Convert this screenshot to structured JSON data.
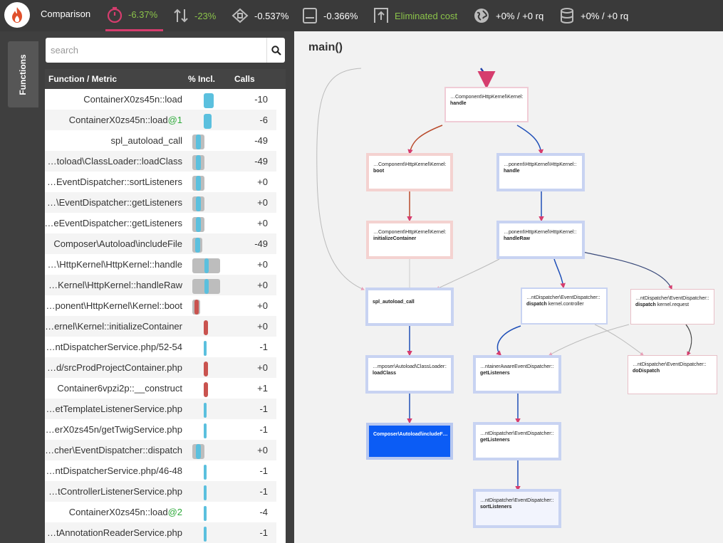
{
  "app": {
    "title": "Comparison",
    "brand_color": "#e0502c",
    "accent_color": "#d63d6e"
  },
  "metrics": [
    {
      "icon": "timer-icon",
      "value": "-6.37%",
      "active": true,
      "color": "#8bc34a"
    },
    {
      "icon": "io-arrows-icon",
      "value": "-23%",
      "color": "#8bc34a"
    },
    {
      "icon": "cpu-icon",
      "value": "-0.537%"
    },
    {
      "icon": "memory-icon",
      "value": "-0.366%"
    },
    {
      "icon": "cost-upload-icon",
      "value": "Eliminated cost",
      "color": "#8bc34a"
    },
    {
      "icon": "network-globe-icon",
      "value": "+0% / +0 rq"
    },
    {
      "icon": "database-icon",
      "value": "+0% / +0 rq"
    }
  ],
  "sidebar": {
    "tab_label": "Functions"
  },
  "search": {
    "placeholder": "search"
  },
  "table": {
    "headers": {
      "function": "Function / Metric",
      "incl": "% Incl.",
      "calls": "Calls"
    },
    "rows": [
      {
        "name": "ContainerX0zs45n::load",
        "suffix": "",
        "calls": "-10",
        "bar_color": "#5bc0de",
        "bar_pct": 0.1,
        "bg_pct": 0
      },
      {
        "name": "ContainerX0zs45n::load",
        "suffix": "@1",
        "calls": "-6",
        "bar_color": "#5bc0de",
        "bar_pct": 0.08,
        "bg_pct": 0
      },
      {
        "name": "spl_autoload_call",
        "suffix": "",
        "calls": "-49",
        "bar_color": "#5bc0de",
        "bar_pct": 0.05,
        "bg_pct": 0.12
      },
      {
        "name": "…toload\\ClassLoader::loadClass",
        "suffix": "",
        "calls": "-49",
        "bar_color": "#5bc0de",
        "bar_pct": 0.05,
        "bg_pct": 0.12
      },
      {
        "name": "…EventDispatcher::sortListeners",
        "suffix": "",
        "calls": "+0",
        "bar_color": "#5bc0de",
        "bar_pct": 0.05,
        "bg_pct": 0.12
      },
      {
        "name": "…\\EventDispatcher::getListeners",
        "suffix": "",
        "calls": "+0",
        "bar_color": "#5bc0de",
        "bar_pct": 0.05,
        "bg_pct": 0.12
      },
      {
        "name": "…eEventDispatcher::getListeners",
        "suffix": "",
        "calls": "+0",
        "bar_color": "#5bc0de",
        "bar_pct": 0.05,
        "bg_pct": 0.12
      },
      {
        "name": "Composer\\Autoload\\includeFile",
        "suffix": "",
        "calls": "-49",
        "bar_color": "#5bc0de",
        "bar_pct": 0.05,
        "bg_pct": 0.1
      },
      {
        "name": "…\\HttpKernel\\HttpKernel::handle",
        "suffix": "",
        "calls": "+0",
        "bar_color": "#5bc0de",
        "bar_pct": 0.04,
        "bg_pct": 0.28
      },
      {
        "name": "…Kernel\\HttpKernel::handleRaw",
        "suffix": "",
        "calls": "+0",
        "bar_color": "#5bc0de",
        "bar_pct": 0.04,
        "bg_pct": 0.28
      },
      {
        "name": "…ponent\\HttpKernel\\Kernel::boot",
        "suffix": "",
        "calls": "+0",
        "bar_color": "#c9534f",
        "bar_pct": 0.04,
        "bg_pct": 0.08
      },
      {
        "name": "…ernel\\Kernel::initializeContainer",
        "suffix": "",
        "calls": "+0",
        "bar_color": "#c9534f",
        "bar_pct": 0.04,
        "bg_pct": 0
      },
      {
        "name": "…ntDispatcherService.php/52-54",
        "suffix": "",
        "calls": "-1",
        "bar_color": "#5bc0de",
        "bar_pct": 0.03,
        "bg_pct": 0
      },
      {
        "name": "…d/srcProdProjectContainer.php",
        "suffix": "",
        "calls": "+0",
        "bar_color": "#c9534f",
        "bar_pct": 0.04,
        "bg_pct": 0
      },
      {
        "name": "Container6vpzi2p::__construct",
        "suffix": "",
        "calls": "+1",
        "bar_color": "#c9534f",
        "bar_pct": 0.04,
        "bg_pct": 0
      },
      {
        "name": "…etTemplateListenerService.php",
        "suffix": "",
        "calls": "-1",
        "bar_color": "#5bc0de",
        "bar_pct": 0.03,
        "bg_pct": 0
      },
      {
        "name": "…erX0zs45n/getTwigService.php",
        "suffix": "",
        "calls": "-1",
        "bar_color": "#5bc0de",
        "bar_pct": 0.03,
        "bg_pct": 0
      },
      {
        "name": "…cher\\EventDispatcher::dispatch",
        "suffix": "",
        "calls": "+0",
        "bar_color": "#5bc0de",
        "bar_pct": 0.05,
        "bg_pct": 0.12
      },
      {
        "name": "…ntDispatcherService.php/46-48",
        "suffix": "",
        "calls": "-1",
        "bar_color": "#5bc0de",
        "bar_pct": 0.03,
        "bg_pct": 0
      },
      {
        "name": "…tControllerListenerService.php",
        "suffix": "",
        "calls": "-1",
        "bar_color": "#5bc0de",
        "bar_pct": 0.03,
        "bg_pct": 0
      },
      {
        "name": "ContainerX0zs45n::load",
        "suffix": "@2",
        "calls": "-4",
        "bar_color": "#5bc0de",
        "bar_pct": 0.03,
        "bg_pct": 0
      },
      {
        "name": "…tAnnotationReaderService.php",
        "suffix": "",
        "calls": "-1",
        "bar_color": "#5bc0de",
        "bar_pct": 0.03,
        "bg_pct": 0
      }
    ]
  },
  "graph": {
    "title": "main()",
    "nodes": [
      {
        "ns": "…Component\\HttpKernel\\Kernel::",
        "fn": "handle",
        "extra": ""
      },
      {
        "ns": "…Component\\HttpKernel\\Kernel::",
        "fn": "boot",
        "extra": ""
      },
      {
        "ns": "…ponent\\HttpKernel\\HttpKernel::",
        "fn": "handle",
        "extra": ""
      },
      {
        "ns": "…Component\\HttpKernel\\Kernel::",
        "fn": "initializeContainer",
        "extra": ""
      },
      {
        "ns": "…ponent\\HttpKernel\\HttpKernel::",
        "fn": "handleRaw",
        "extra": ""
      },
      {
        "ns": "",
        "fn": "spl_autoload_call",
        "extra": ""
      },
      {
        "ns": "…ntDispatcher\\EventDispatcher::",
        "fn": "dispatch",
        "extra": " kernel.controller"
      },
      {
        "ns": "…ntDispatcher\\EventDispatcher::",
        "fn": "dispatch",
        "extra": " kernel.request"
      },
      {
        "ns": "…mposer\\Autoload\\ClassLoader::",
        "fn": "loadClass",
        "extra": ""
      },
      {
        "ns": "…ntainerAwareEventDispatcher::",
        "fn": "getListeners",
        "extra": ""
      },
      {
        "ns": "…ntDispatcher\\EventDispatcher::",
        "fn": "doDispatch",
        "extra": ""
      },
      {
        "ns": "",
        "fn": "Composer\\Autoload\\includeF…",
        "extra": ""
      },
      {
        "ns": "…ntDispatcher\\EventDispatcher::",
        "fn": "getListeners",
        "extra": ""
      },
      {
        "ns": "…ntDispatcher\\EventDispatcher::",
        "fn": "sortListeners",
        "extra": ""
      }
    ]
  }
}
